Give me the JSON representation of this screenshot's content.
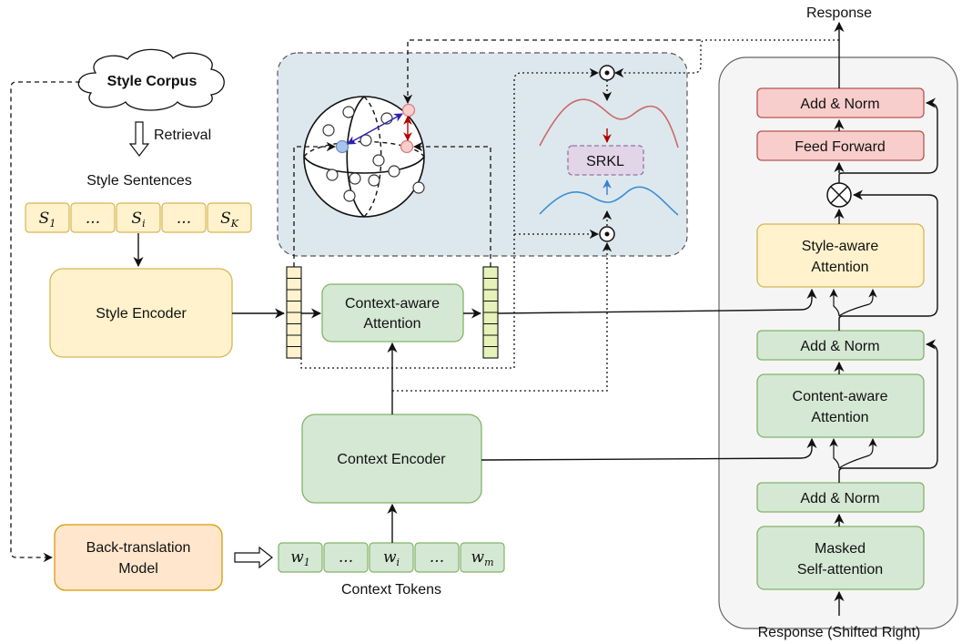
{
  "response_top": "Response",
  "response_bottom": "Response (Shifted Right)",
  "style_corpus": "Style Corpus",
  "retrieval": "Retrieval",
  "style_sentences_label": "Style Sentences",
  "style_tokens": [
    {
      "base": "S",
      "sub": "1"
    },
    {
      "base": "...",
      "sub": ""
    },
    {
      "base": "S",
      "sub": "i"
    },
    {
      "base": "...",
      "sub": ""
    },
    {
      "base": "S",
      "sub": "K"
    }
  ],
  "style_encoder": "Style Encoder",
  "context_aware_attention": [
    "Context-aware",
    "Attention"
  ],
  "context_encoder": "Context Encoder",
  "back_translation": [
    "Back-translation",
    "Model"
  ],
  "context_tokens": [
    {
      "base": "w",
      "sub": "1"
    },
    {
      "base": "...",
      "sub": ""
    },
    {
      "base": "w",
      "sub": "i"
    },
    {
      "base": "...",
      "sub": ""
    },
    {
      "base": "w",
      "sub": "m"
    }
  ],
  "context_tokens_label": "Context Tokens",
  "srkl": "SRKL",
  "decoder": {
    "add_norm_top": "Add & Norm",
    "feed_forward": "Feed Forward",
    "style_aware_attention": [
      "Style-aware",
      "Attention"
    ],
    "add_norm_mid": "Add & Norm",
    "content_aware_attention": [
      "Content-aware",
      "Attention"
    ],
    "add_norm_low": "Add & Norm",
    "masked_self_attention": [
      "Masked",
      "Self-attention"
    ]
  },
  "colors": {
    "green_fill": "#d5e8d4",
    "green_stroke": "#82b366",
    "yellow_fill": "#fff2cc",
    "yellow_stroke": "#d6b656",
    "red_fill": "#f8cecc",
    "red_stroke": "#b85450",
    "orange_fill": "#ffe6cc",
    "orange_stroke": "#d79b00",
    "purple_fill": "#e1d5e7",
    "purple_stroke": "#9673a6",
    "blue_fill": "#dae8fc",
    "blue_stroke": "#6c8ebf",
    "panel_fill": "#dde8ee",
    "decoder_fill": "#f5f5f5"
  }
}
